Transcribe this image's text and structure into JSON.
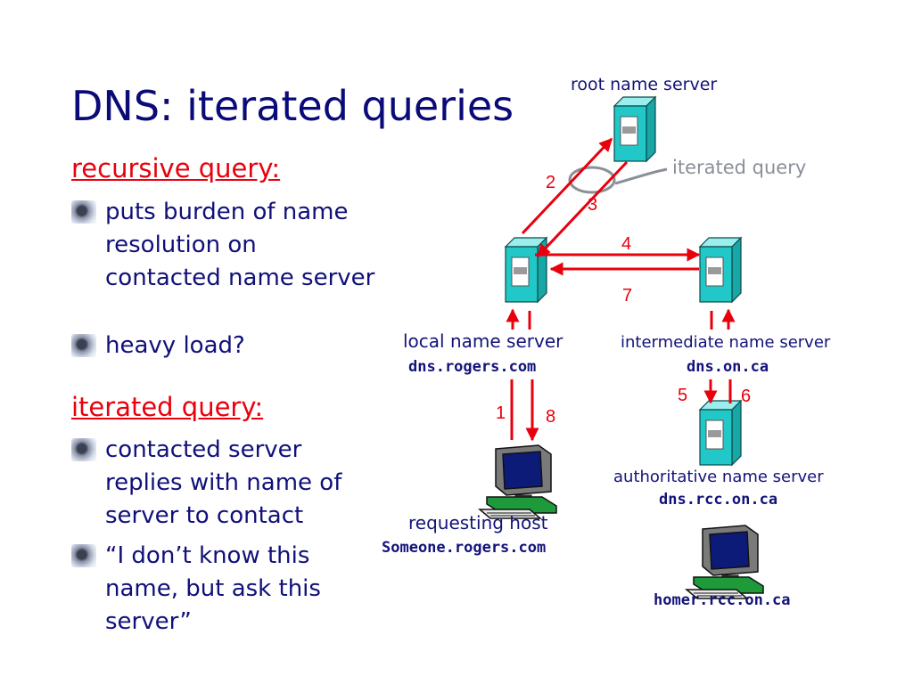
{
  "title": "DNS: iterated queries",
  "recursive": {
    "heading": "recursive query:",
    "bullets": [
      "puts burden of name resolution on contacted name server",
      "heavy load?"
    ]
  },
  "iterated": {
    "heading": "iterated query:",
    "bullets": [
      "contacted server replies with name of server to contact",
      "“I don’t know this name, but ask this server”"
    ]
  },
  "diagram": {
    "root_label": "root name server",
    "iterated_callout": "iterated query",
    "local_label": "local name server",
    "local_host": "dns.rogers.com",
    "intermediate_label": "intermediate name server",
    "intermediate_host": "dns.on.ca",
    "authoritative_label": "authoritative name server",
    "authoritative_host": "dns.rcc.on.ca",
    "requesting_label": "requesting host",
    "requesting_host": "Someone.rogers.com",
    "homer_host": "homer.rcc.on.ca",
    "steps": [
      "1",
      "2",
      "3",
      "4",
      "5",
      "6",
      "7",
      "8"
    ],
    "colors": {
      "arrow": "#e8000d",
      "server": "#22c7c7",
      "text": "#13137a",
      "callout": "#8a8f98"
    }
  }
}
